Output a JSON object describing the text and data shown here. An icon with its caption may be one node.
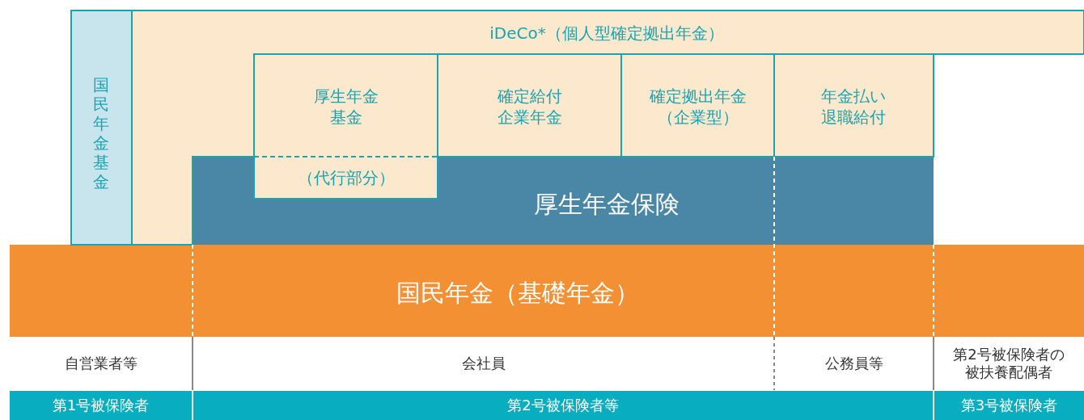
{
  "diagram": {
    "nodes": [
      {
        "text": [
          "国民年金基金"
        ]
      },
      {
        "text": [
          "iDeCo*（個人型確定拠出年金）"
        ]
      },
      {
        "text": [
          "厚生年金基金",
          "（代行部分）"
        ]
      },
      {
        "text": [
          "確定給付企業年金"
        ]
      },
      {
        "text": [
          "確定拠出年金（企業型）"
        ]
      },
      {
        "text": [
          "年金払い退職給付"
        ]
      },
      {
        "text": [
          "厚生年金保険"
        ]
      },
      {
        "text": [
          "国民年金（基礎年金）"
        ]
      }
    ],
    "edges": [],
    "labels": [
      "自営業者等",
      "会社員",
      "公務員等",
      "第2号被保険者の被扶養配偶者",
      "第1号被保険者",
      "第2号被保険者等",
      "第3号被保険者"
    ]
  }
}
